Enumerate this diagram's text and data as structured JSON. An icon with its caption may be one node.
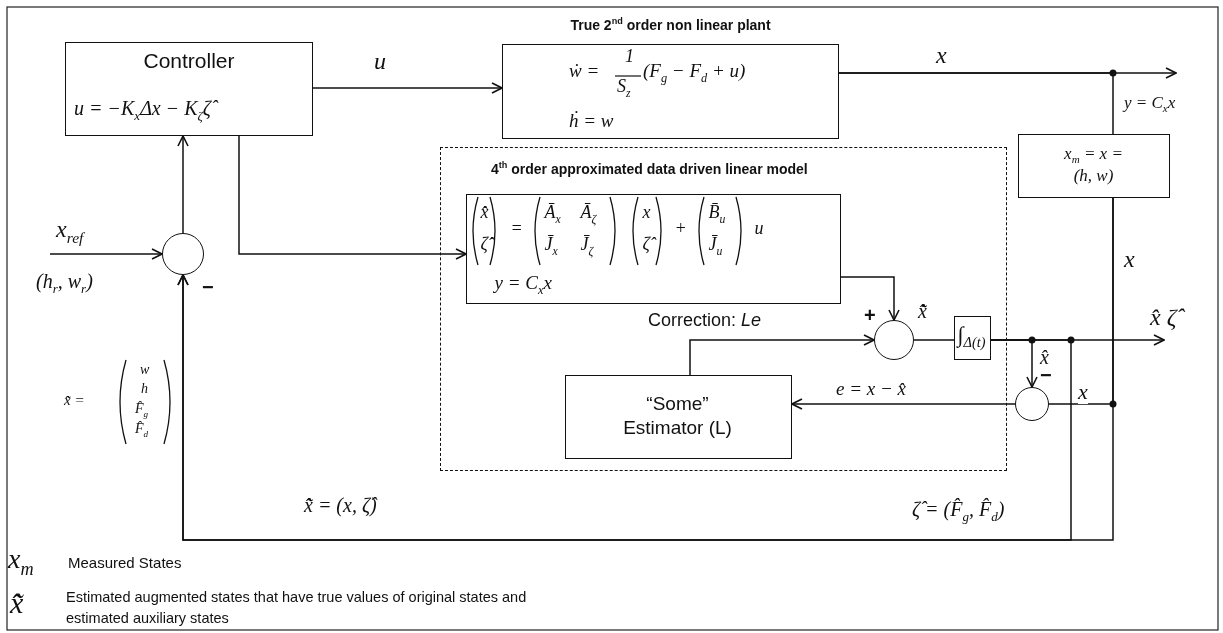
{
  "diagram": {
    "nodes": [
      {
        "text": [
          "Controller",
          "u = −K$_{x}$Δx − K$_{ζ}$ζ̂"
        ]
      },
      {
        "text": [
          "True 2$^{nd}$ order non linear plant",
          "ẇ =",
          "1",
          "S$_{z}$",
          "(F$_{g}$ − F$_{d}$ + u)",
          "ḣ = w"
        ]
      },
      {
        "text": [
          "4$^{th}$ order approximated data driven linear model"
        ]
      },
      {
        "text": [
          "x̂̇",
          "ζ̂̇",
          "=",
          "Ā$_{x}$",
          "Ā$_{ζ}$",
          "J̄$_{x}$",
          "J̄$_{ζ}$",
          "x",
          "ζ̂",
          "+",
          "B̄$_{u}$",
          "J̄$_{u}$",
          "u",
          "y = C$_{x}$x"
        ],
        "in": 2
      },
      {
        "text": [],
        "shape": "circle",
        "in": 2,
        "beside": [
          "+"
        ]
      },
      {
        "text": [
          "∫$_{Δ(t)}$"
        ],
        "in": 2
      },
      {
        "text": [
          "“Some” Estimator (L)"
        ],
        "in": 2
      },
      {
        "text": [
          "x$_{m}$ = x = (h, w)"
        ]
      },
      {
        "text": [],
        "shape": "circle",
        "beside": [
          "−"
        ]
      },
      {
        "text": [],
        "shape": "circle",
        "beside": [
          "−"
        ]
      }
    ],
    "edges": [
      {
        "from": 0,
        "to": 1,
        "arrow": "to",
        "label": "u"
      },
      {
        "from": 0,
        "to": 3,
        "arrow": "to"
      },
      {
        "from": 8,
        "to": 0,
        "arrow": "to"
      },
      {
        "from": null,
        "to": 8,
        "arrow": "to",
        "label": "x$_{ref}$"
      },
      {
        "from": 1,
        "to": null,
        "arrow": "to",
        "label": "x"
      },
      {
        "from": 1,
        "to": 7,
        "arrow": "none"
      },
      {
        "from": 7,
        "to": 9,
        "arrow": "none",
        "label": "x"
      },
      {
        "from": 7,
        "to": 8,
        "arrow": "to",
        "label": "x̃̂ = (x, ζ̂)"
      },
      {
        "from": 3,
        "to": 4,
        "arrow": "to"
      },
      {
        "from": 6,
        "to": 4,
        "arrow": "to",
        "label": "Correction: *Le*"
      },
      {
        "from": 4,
        "to": 5,
        "arrow": "none",
        "label": "x̃̂̇"
      },
      {
        "from": 5,
        "to": null,
        "arrow": "to",
        "label": "x̂ ζ̂"
      },
      {
        "from": 5,
        "to": 9,
        "arrow": "to",
        "label": "x̂"
      },
      {
        "from": 5,
        "to": 8,
        "arrow": "to",
        "label": "ζ̂ = (F̂$_{g}$, F̂$_{d}$)"
      },
      {
        "from": 9,
        "to": 6,
        "arrow": "to",
        "label": "e = x − x̂"
      }
    ],
    "labels": [
      "(h$_{r}$, w$_{r}$)",
      "y = C$_{x}$x",
      "x",
      "x̃̂ =",
      "w",
      "h",
      "F̂$_{g}$",
      "F̂$_{d}$",
      "x$_{m}$",
      "Measured States",
      "x̃̂",
      "Estimated augmented states that have true values of original states and estimated auxiliary states"
    ]
  }
}
